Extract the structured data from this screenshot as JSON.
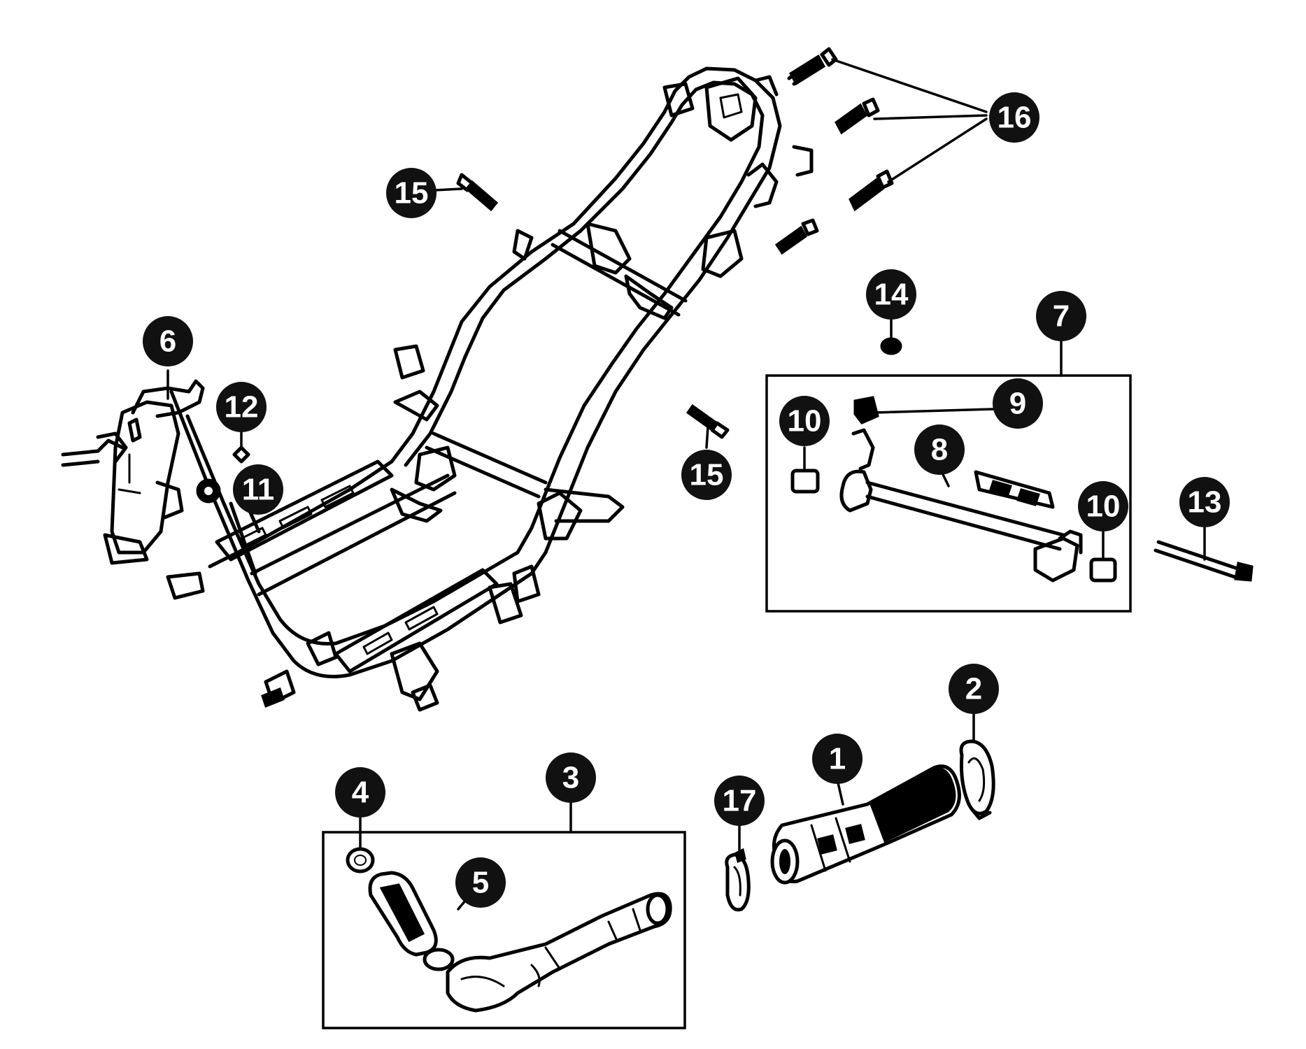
{
  "callouts": {
    "c1": "1",
    "c2": "2",
    "c3": "3",
    "c4": "4",
    "c5": "5",
    "c6": "6",
    "c7": "7",
    "c8": "8",
    "c9": "9",
    "c10a": "10",
    "c10b": "10",
    "c11": "11",
    "c12": "12",
    "c13": "13",
    "c14": "14",
    "c15a": "15",
    "c15b": "15",
    "c16": "16",
    "c17": "17"
  }
}
